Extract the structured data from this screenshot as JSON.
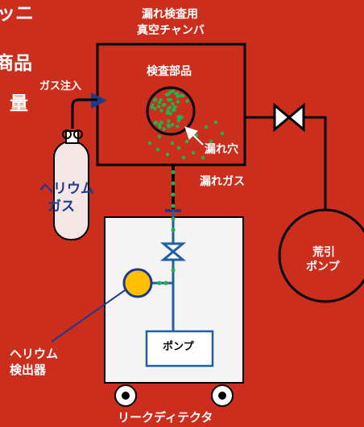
{
  "colors": {
    "background": "#cc2e1d",
    "line": "#000000",
    "chamber_fill": "#cc2e1d",
    "helium_dots": "#22b14c",
    "detector_fill": "#ffc000",
    "pipe_blue": "#1f5fa8",
    "cabinet_fill": "#f4f4f4",
    "label_white": "#ffffff",
    "label_blue": "#1f3a8a"
  },
  "corner_fragments": {
    "line1": "ッニ",
    "line2": "商品",
    "line3": "量"
  },
  "labels": {
    "chamber_title_line1": "漏れ検査用",
    "chamber_title_line2": "真空チャンバ",
    "test_part": "検査部品",
    "gas_injection": "ガス注入",
    "leak_hole": "漏れ穴",
    "leak_gas": "漏れガス",
    "helium_gas_line1": "ヘリウム",
    "helium_gas_line2": "ガス",
    "roughing_pump_line1": "荒引",
    "roughing_pump_line2": "ポンプ",
    "helium_detector_line1": "ヘリウム",
    "helium_detector_line2": "検出器",
    "pump": "ポンプ",
    "leak_detector": "リークディテクタ"
  },
  "icons": {
    "valve": "bowtie-valve-icon",
    "gas_cylinder": "gas-cylinder-icon",
    "wheel": "caster-wheel-icon"
  }
}
